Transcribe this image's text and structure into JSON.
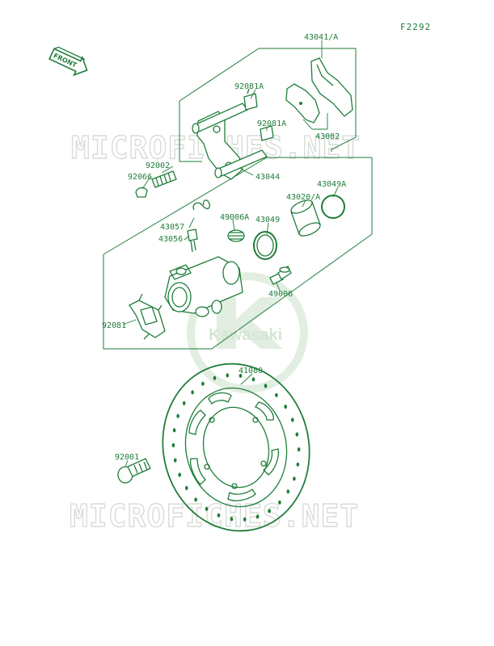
{
  "figure_code": "F2292",
  "front_arrow_label": "FRONT",
  "watermark_text": "MICROFICHES.NET",
  "brand_logo_text": "Kawasaki",
  "colors": {
    "line": "#1f7d3a",
    "watermark": "#d7ddd7",
    "logo": "#cfe3cf"
  },
  "labels": {
    "p43041A": "43041/A",
    "p92081A_1": "92081A",
    "p92081A_2": "92081A",
    "p43082": "43082",
    "p92002": "92002",
    "p92066": "92066",
    "p43044": "43044",
    "p43049A": "43049A",
    "p43020A": "43020/A",
    "p43057": "43057",
    "p49006A": "49006A",
    "p43049": "43049",
    "p43056": "43056",
    "p49006": "49006",
    "p92081": "92081",
    "p41080": "41080",
    "p92001": "92001"
  }
}
